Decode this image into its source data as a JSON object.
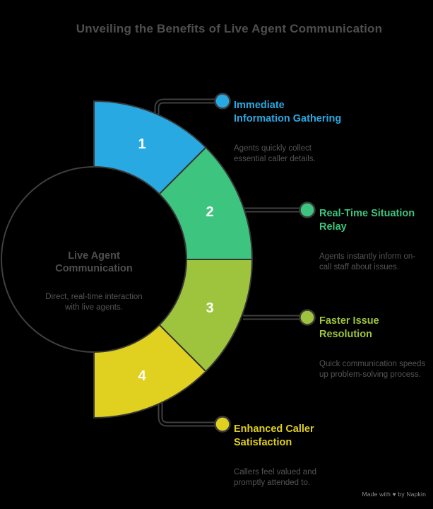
{
  "title": "Unveiling the Benefits of Live Agent Communication",
  "center": {
    "title": "Live Agent\nCommunication",
    "description": "Direct, real-time interaction\nwith live agents."
  },
  "colors": {
    "blue": "#29A9E1",
    "green": "#3DC47E",
    "olive": "#9EC43D",
    "yellow": "#E0D01F",
    "outline": "#3A3A3A",
    "title_text": "#4E4E4E",
    "body_text": "#545454",
    "number_text": "#FFFFFF",
    "watermark_text": "#8F8F8F",
    "background": "#000000"
  },
  "segments": [
    {
      "number": "1",
      "color": "#29A9E1",
      "heading": "Immediate\nInformation Gathering",
      "description": "Agents quickly collect\nessential caller details."
    },
    {
      "number": "2",
      "color": "#3DC47E",
      "heading": "Real-Time Situation\nRelay",
      "description": "Agents instantly inform on-\ncall staff about issues."
    },
    {
      "number": "3",
      "color": "#9EC43D",
      "heading": "Faster Issue\nResolution",
      "description": "Quick communication speeds\nup problem-solving process."
    },
    {
      "number": "4",
      "color": "#E0D01F",
      "heading": "Enhanced Caller\nSatisfaction",
      "description": "Callers feel valued and\npromptly attended to."
    }
  ],
  "watermark": "Made with ♥ by Napkin"
}
